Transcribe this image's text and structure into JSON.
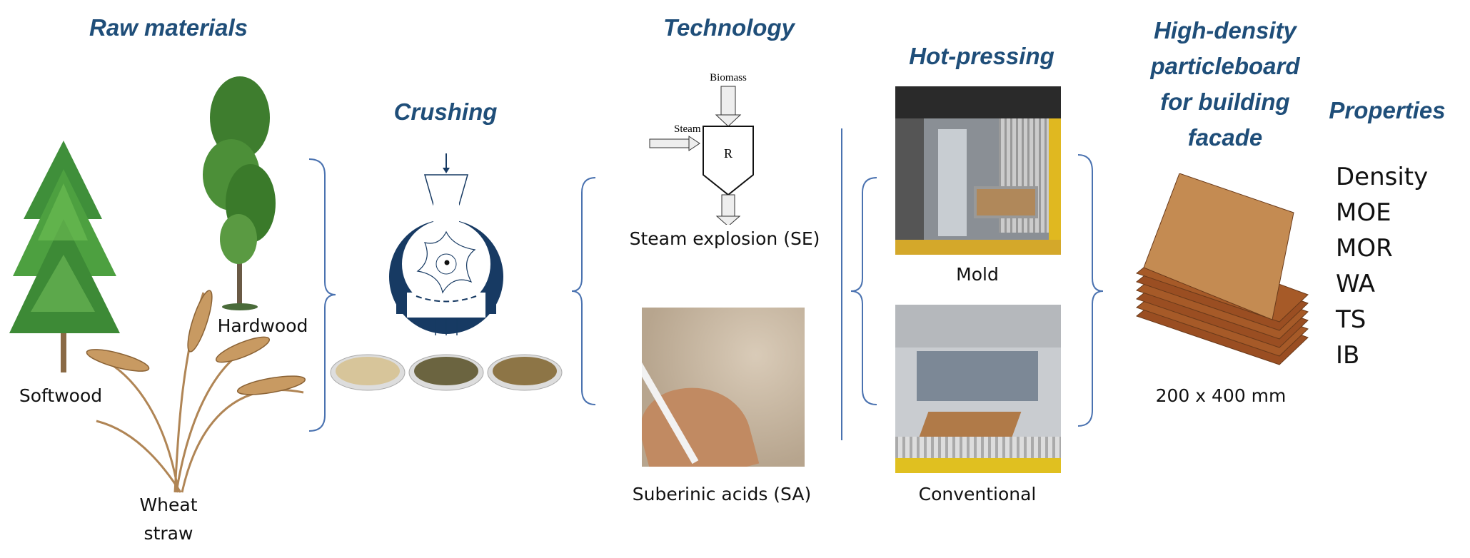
{
  "headings": {
    "raw_materials": "Raw materials",
    "crushing": "Crushing",
    "technology": "Technology",
    "hot_pressing": "Hot-pressing",
    "product_lines": [
      "High-density",
      "particleboard",
      "for building",
      "facade"
    ],
    "properties": "Properties"
  },
  "raw_materials": {
    "softwood": "Softwood",
    "hardwood": "Hardwood",
    "wheat_straw": [
      "Wheat",
      "straw"
    ]
  },
  "technology": {
    "reactor": {
      "biomass": "Biomass",
      "steam": "Steam",
      "reactor": "R"
    },
    "steam_explosion": "Steam explosion (SE)",
    "suberinic_acids": "Suberinic acids (SA)"
  },
  "hot_pressing": {
    "mold": "Mold",
    "conventional": "Conventional"
  },
  "product": {
    "size": "200 x 400 mm"
  },
  "properties": [
    "Density",
    "MOE",
    "MOR",
    "WA",
    "TS",
    "IB"
  ],
  "colors": {
    "heading": "#1f4e79",
    "bracket": "#4a72b0",
    "crusher": "#173a63"
  }
}
